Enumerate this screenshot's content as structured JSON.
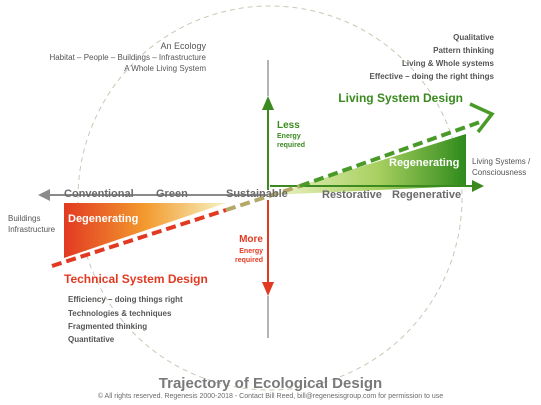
{
  "top_left": {
    "title": "An Ecology",
    "line2": "Habitat – People – Buildings – Infrastructure",
    "line3": "A Whole Living System"
  },
  "top_right": {
    "lines": [
      "Qualitative",
      "Pattern thinking",
      "Living & Whole systems",
      "Effective – doing the right things"
    ]
  },
  "living": {
    "heading": "Living System Design",
    "regenerating": "Regenerating",
    "outcome_line1": "Living Systems /",
    "outcome_line2": "Consciousness"
  },
  "less": {
    "title": "Less",
    "line2": "Energy",
    "line3": "required"
  },
  "more": {
    "title": "More",
    "line2": "Energy",
    "line3": "required"
  },
  "axis": {
    "conventional": "Conventional",
    "green": "Green",
    "sustainable": "Sustainable",
    "restorative": "Restorative",
    "regenerative": "Regenerative"
  },
  "buildings": {
    "line1": "Buildings",
    "line2": "Infrastructure"
  },
  "technical": {
    "degenerating": "Degenerating",
    "heading": "Technical System Design",
    "lines": [
      "Efficiency – doing things right",
      "Technologies & techniques",
      "Fragmented thinking",
      "Quantitative"
    ]
  },
  "footer": {
    "title": "Trajectory of Ecological Design",
    "copyright": "© All rights reserved.  Regenesis 2000-2018 - Contact Bill Reed, bill@regenesisgroup.com for permission to use"
  },
  "colors": {
    "green": "#3a8a1f",
    "red": "#e23a22",
    "grey": "#555555",
    "circle": "#c8c8b4"
  }
}
